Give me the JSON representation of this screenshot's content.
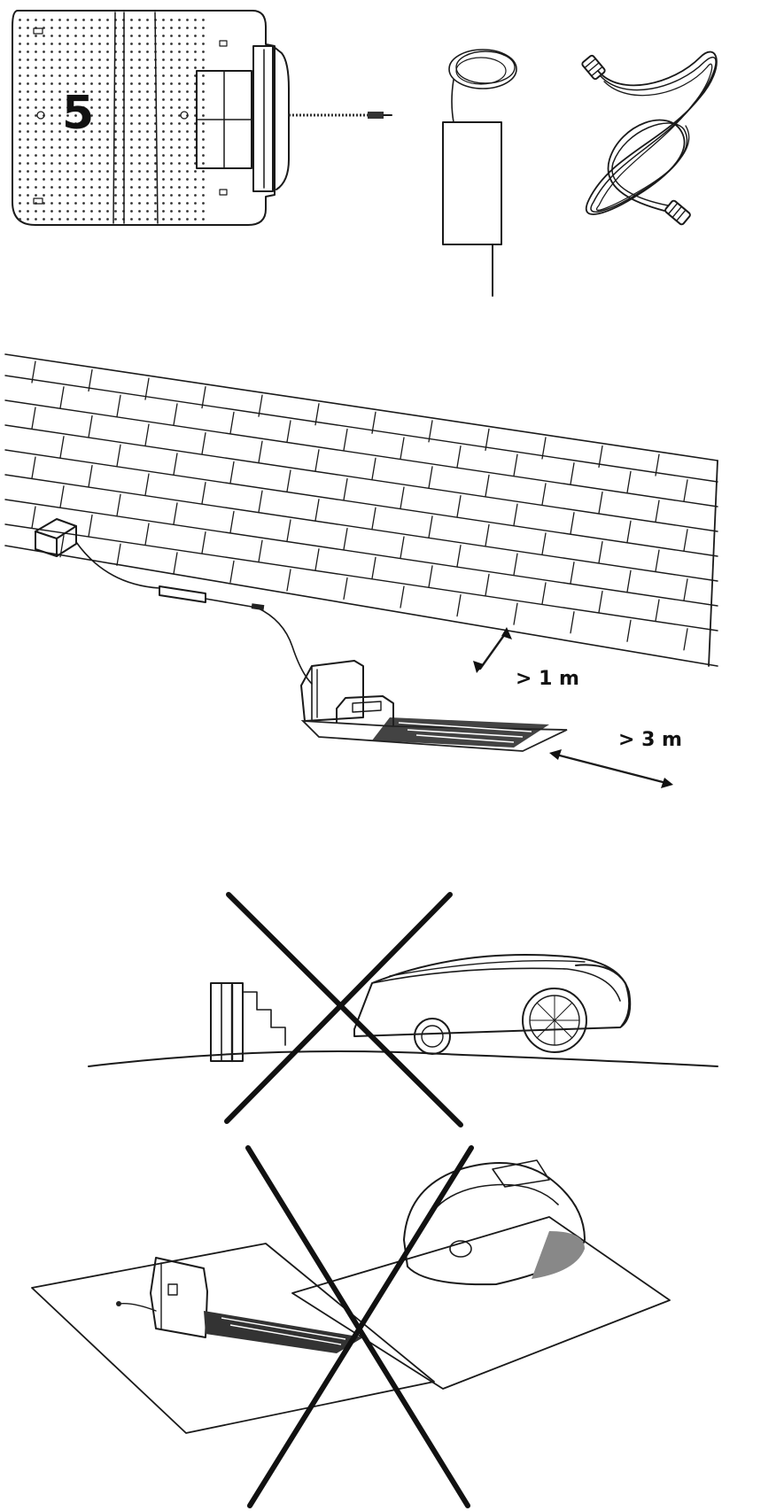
{
  "step": {
    "number": "5"
  },
  "placement": {
    "distance_wall": "> 1 m",
    "distance_front": "> 3 m"
  },
  "colors": {
    "ink": "#1a1a1a",
    "background": "#ffffff"
  },
  "icons": [
    "charging-station-top-view",
    "power-supply",
    "extension-cable",
    "wall",
    "cross-mark",
    "robot-mower"
  ]
}
